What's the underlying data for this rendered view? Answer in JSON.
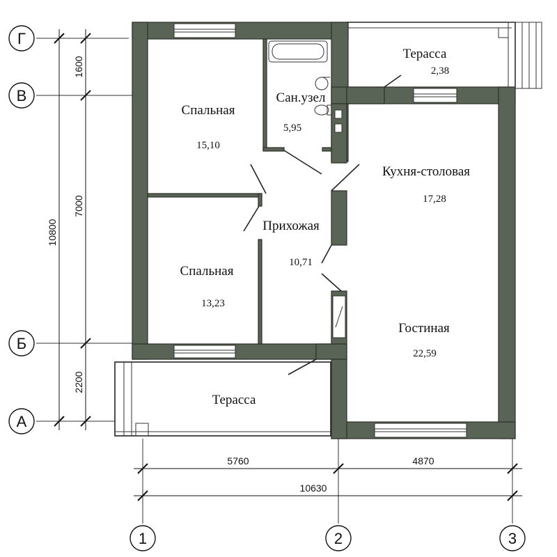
{
  "rooms": {
    "bedroom_top": {
      "name": "Спальная",
      "area": "15,10"
    },
    "bathroom": {
      "name": "Сан.узел",
      "area": "5,95"
    },
    "terrace_top": {
      "name": "Терасса",
      "area": "2,38"
    },
    "kitchen": {
      "name": "Кухня-столовая",
      "area": "17,28"
    },
    "hallway": {
      "name": "Прихожая",
      "area": "10,71"
    },
    "bedroom_bottom": {
      "name": "Спальная",
      "area": "13,23"
    },
    "living": {
      "name": "Гостиная",
      "area": "22,59"
    },
    "terrace_bottom": {
      "name": "Терасса"
    }
  },
  "dimensions": {
    "vertical_segments": [
      "1600",
      "7000",
      "2200"
    ],
    "vertical_total": "10800",
    "horizontal_segments": [
      "5760",
      "4870"
    ],
    "horizontal_total": "10630"
  },
  "axes": {
    "letters": [
      "Г",
      "В",
      "Б",
      "А"
    ],
    "numbers": [
      "1",
      "2",
      "3"
    ]
  },
  "colors": {
    "wall_fill": "#5a6456",
    "line": "#111111"
  }
}
